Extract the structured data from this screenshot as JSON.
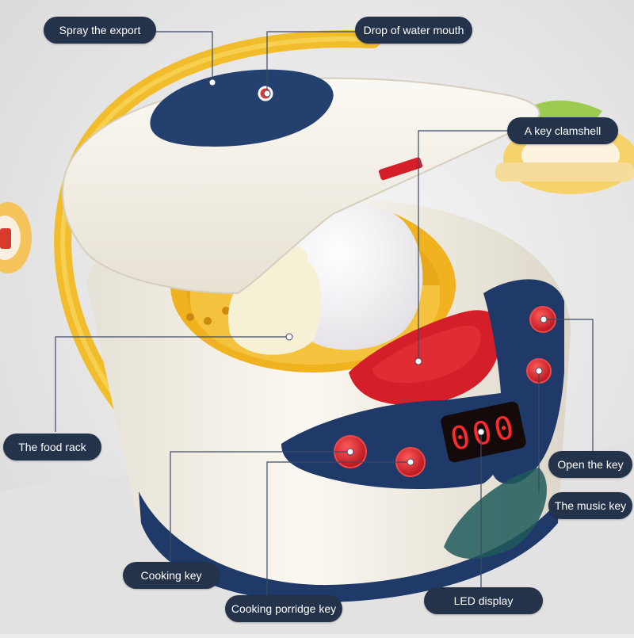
{
  "product": {
    "colors": {
      "body": "#f3efe6",
      "navy": "#1f3a68",
      "yellow": "#f2bd2c",
      "red": "#d41f2a",
      "led": "#ff2b2b"
    },
    "led_display": "000"
  },
  "callouts": {
    "spray": "Spray the export",
    "water_mouth": "Drop of water mouth",
    "clamshell": "A key clamshell",
    "food_rack": "The food rack",
    "open_key": "Open the key",
    "music_key": "The music key",
    "cooking_key": "Cooking key",
    "porridge_key": "Cooking porridge key",
    "led_display": "LED display"
  },
  "label_style": {
    "background": "#24324a",
    "text": "#ffffff"
  }
}
